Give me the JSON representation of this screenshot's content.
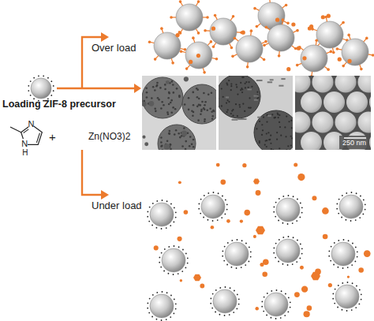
{
  "diagram": {
    "labels": [
      "Over load",
      "Loading ZIF-8 precursor",
      "N",
      "N",
      "H",
      "+",
      "Zn(NO3)2",
      "250 nm",
      "Under load"
    ]
  }
}
